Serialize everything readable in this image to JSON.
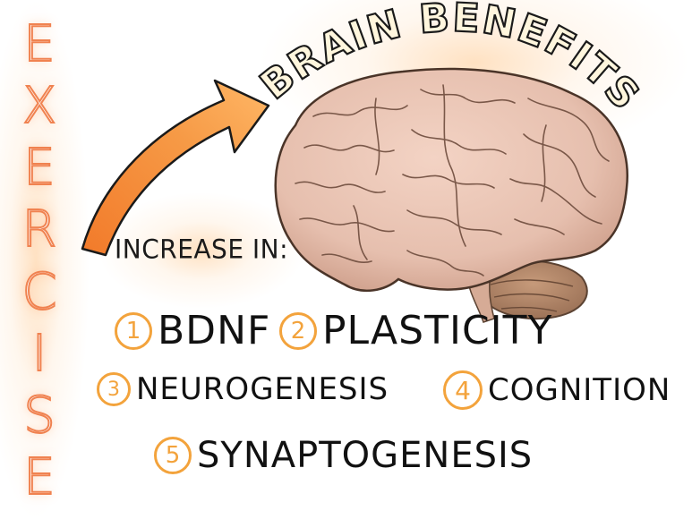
{
  "title": "BRAIN BENEFITS",
  "side_word": [
    "E",
    "X",
    "E",
    "R",
    "C",
    "I",
    "S",
    "E"
  ],
  "increase_label": "INCREASE IN:",
  "benefits": [
    {
      "number": "1",
      "label": "BDNF"
    },
    {
      "number": "2",
      "label": "PLASTICITY"
    },
    {
      "number": "3",
      "label": "NEUROGENESIS"
    },
    {
      "number": "4",
      "label": "COGNITION"
    },
    {
      "number": "5",
      "label": "SYNAPTOGENESIS"
    }
  ],
  "colors": {
    "exercise_outline": "#f08250",
    "arrow": "#f27a2a",
    "number_circle": "#f3a33c",
    "brain": "#e8c2b0",
    "cerebellum": "#b88c6d"
  }
}
